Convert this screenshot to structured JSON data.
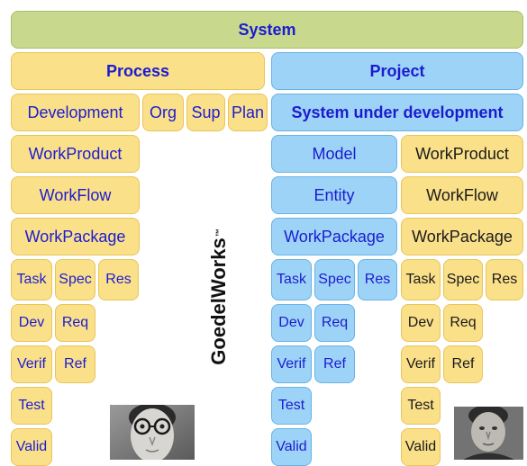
{
  "system": "System",
  "process": {
    "header": "Process",
    "sub": [
      "Development",
      "Org",
      "Sup",
      "Plan"
    ],
    "workproduct": "WorkProduct",
    "workflow": "WorkFlow",
    "workpackage": "WorkPackage",
    "task": "Task",
    "spec": "Spec",
    "res": "Res",
    "dev": "Dev",
    "req": "Req",
    "verif": "Verif",
    "ref": "Ref",
    "test": "Test",
    "valid": "Valid"
  },
  "project": {
    "header": "Project",
    "sud": "System under development",
    "model": "Model",
    "entity": "Entity",
    "workpackage": "WorkPackage",
    "task": "Task",
    "spec": "Spec",
    "res": "Res",
    "dev": "Dev",
    "req": "Req",
    "verif": "Verif",
    "ref": "Ref",
    "test": "Test",
    "valid": "Valid"
  },
  "project_right": {
    "workproduct": "WorkProduct",
    "workflow": "WorkFlow",
    "workpackage": "WorkPackage",
    "task": "Task",
    "spec": "Spec",
    "res": "Res",
    "dev": "Dev",
    "req": "Req",
    "verif": "Verif",
    "ref": "Ref",
    "test": "Test",
    "valid": "Valid"
  },
  "brand": {
    "name": "GoedelWorks",
    "mark": "™"
  },
  "colors": {
    "system": "#c8d98e",
    "process": "#fbe08a",
    "project": "#9dd3f6",
    "blue_text": "#1c1ccf"
  }
}
